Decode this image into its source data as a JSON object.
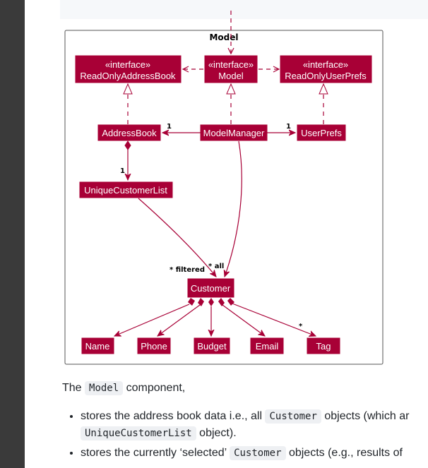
{
  "diagram": {
    "package_title": "Model",
    "nodes": {
      "read_only_address_book": {
        "stereotype": "«interface»",
        "name": "ReadOnlyAddressBook"
      },
      "model": {
        "stereotype": "«interface»",
        "name": "Model"
      },
      "read_only_user_prefs": {
        "stereotype": "«interface»",
        "name": "ReadOnlyUserPrefs"
      },
      "address_book": {
        "name": "AddressBook"
      },
      "model_manager": {
        "name": "ModelManager"
      },
      "user_prefs": {
        "name": "UserPrefs"
      },
      "unique_customer_list": {
        "name": "UniqueCustomerList"
      },
      "customer": {
        "name": "Customer"
      },
      "name": {
        "name": "Name"
      },
      "phone": {
        "name": "Phone"
      },
      "budget": {
        "name": "Budget"
      },
      "email": {
        "name": "Email"
      },
      "tag": {
        "name": "Tag"
      }
    },
    "multiplicities": {
      "model_manager_to_address_book": "1",
      "model_manager_to_user_prefs": "1",
      "address_book_to_list": "1",
      "customer_filtered": "* filtered",
      "customer_all": "* all",
      "customer_tag": "*"
    },
    "colors": {
      "node_fill": "#A80036",
      "line": "#A80036",
      "text": "#FFFFFF"
    }
  },
  "text": {
    "intro_before": "The ",
    "intro_code": "Model",
    "intro_after": " component,",
    "bullet1_before": "stores the address book data i.e., all ",
    "bullet1_code": "Customer",
    "bullet1_after": " objects (which ar",
    "bullet1_line2_code": "UniqueCustomerList",
    "bullet1_line2_after": " object).",
    "bullet2_before": "stores the currently ‘selected’ ",
    "bullet2_code": "Customer",
    "bullet2_after": " objects (e.g., results of"
  }
}
